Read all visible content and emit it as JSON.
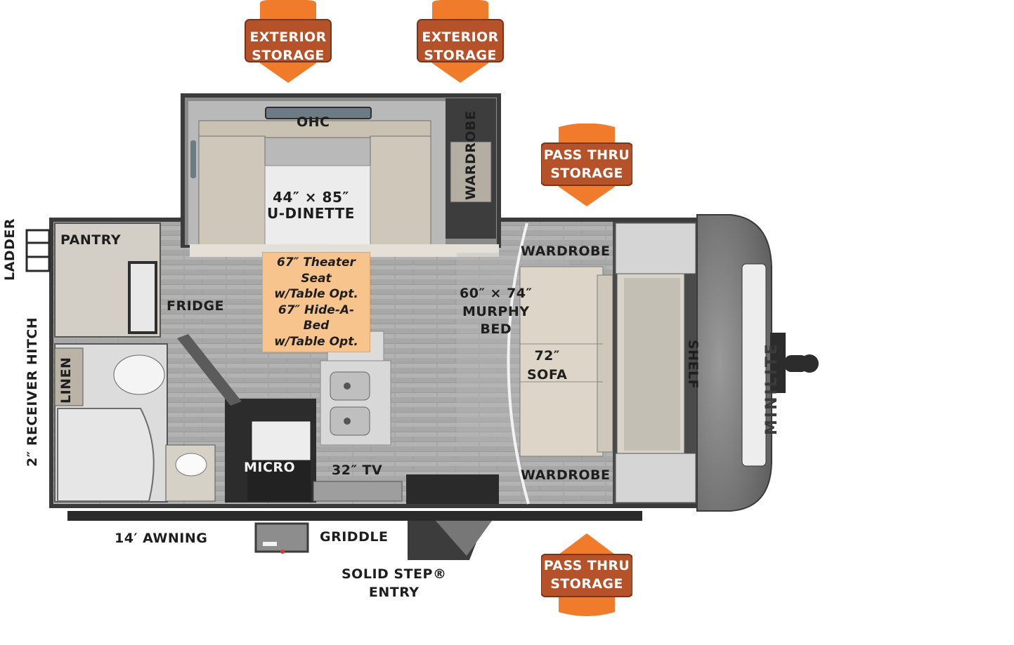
{
  "colors": {
    "badge_fill": "#b6522a",
    "badge_top": "#c55a2d",
    "badge_point": "#f07b2a",
    "note_fill": "#f8c48e",
    "floor": "#a9a9a9",
    "wall": "#3b3b3b",
    "cap": "#7d7d7d"
  },
  "badges": [
    {
      "line1": "EXTERIOR",
      "line2": "STORAGE"
    },
    {
      "line1": "EXTERIOR",
      "line2": "STORAGE"
    },
    {
      "line1": "PASS THRU",
      "line2": "STORAGE"
    },
    {
      "line1": "PASS THRU",
      "line2": "STORAGE"
    }
  ],
  "labels": {
    "ohc": "OHC",
    "dinette_size": "44″ × 85″",
    "dinette": "U-DINETTE",
    "wardrobe_slide": "WARDROBE",
    "pantry": "PANTRY",
    "ladder": "LADDER",
    "fridge": "FRIDGE",
    "linen": "LINEN",
    "receiver_hitch": "2″ RECEIVER HITCH",
    "micro": "MICRO",
    "tv": "32″ TV",
    "awning": "14′ AWNING",
    "griddle": "GRIDDLE",
    "entry_line1": "SOLID STEP®",
    "entry_line2": "ENTRY",
    "murphy_size": "60″ × 74″",
    "murphy_line2": "MURPHY",
    "murphy_line3": "BED",
    "sofa_size": "72″",
    "sofa": "SOFA",
    "wardrobe_top": "WARDROBE",
    "wardrobe_bottom": "WARDROBE",
    "shelf": "SHELF",
    "brand": "MINILITE"
  },
  "note": {
    "line1": "67″ Theater Seat",
    "line2": "w/Table Opt.",
    "line3": "67″ Hide-A-Bed",
    "line4": "w/Table Opt."
  }
}
